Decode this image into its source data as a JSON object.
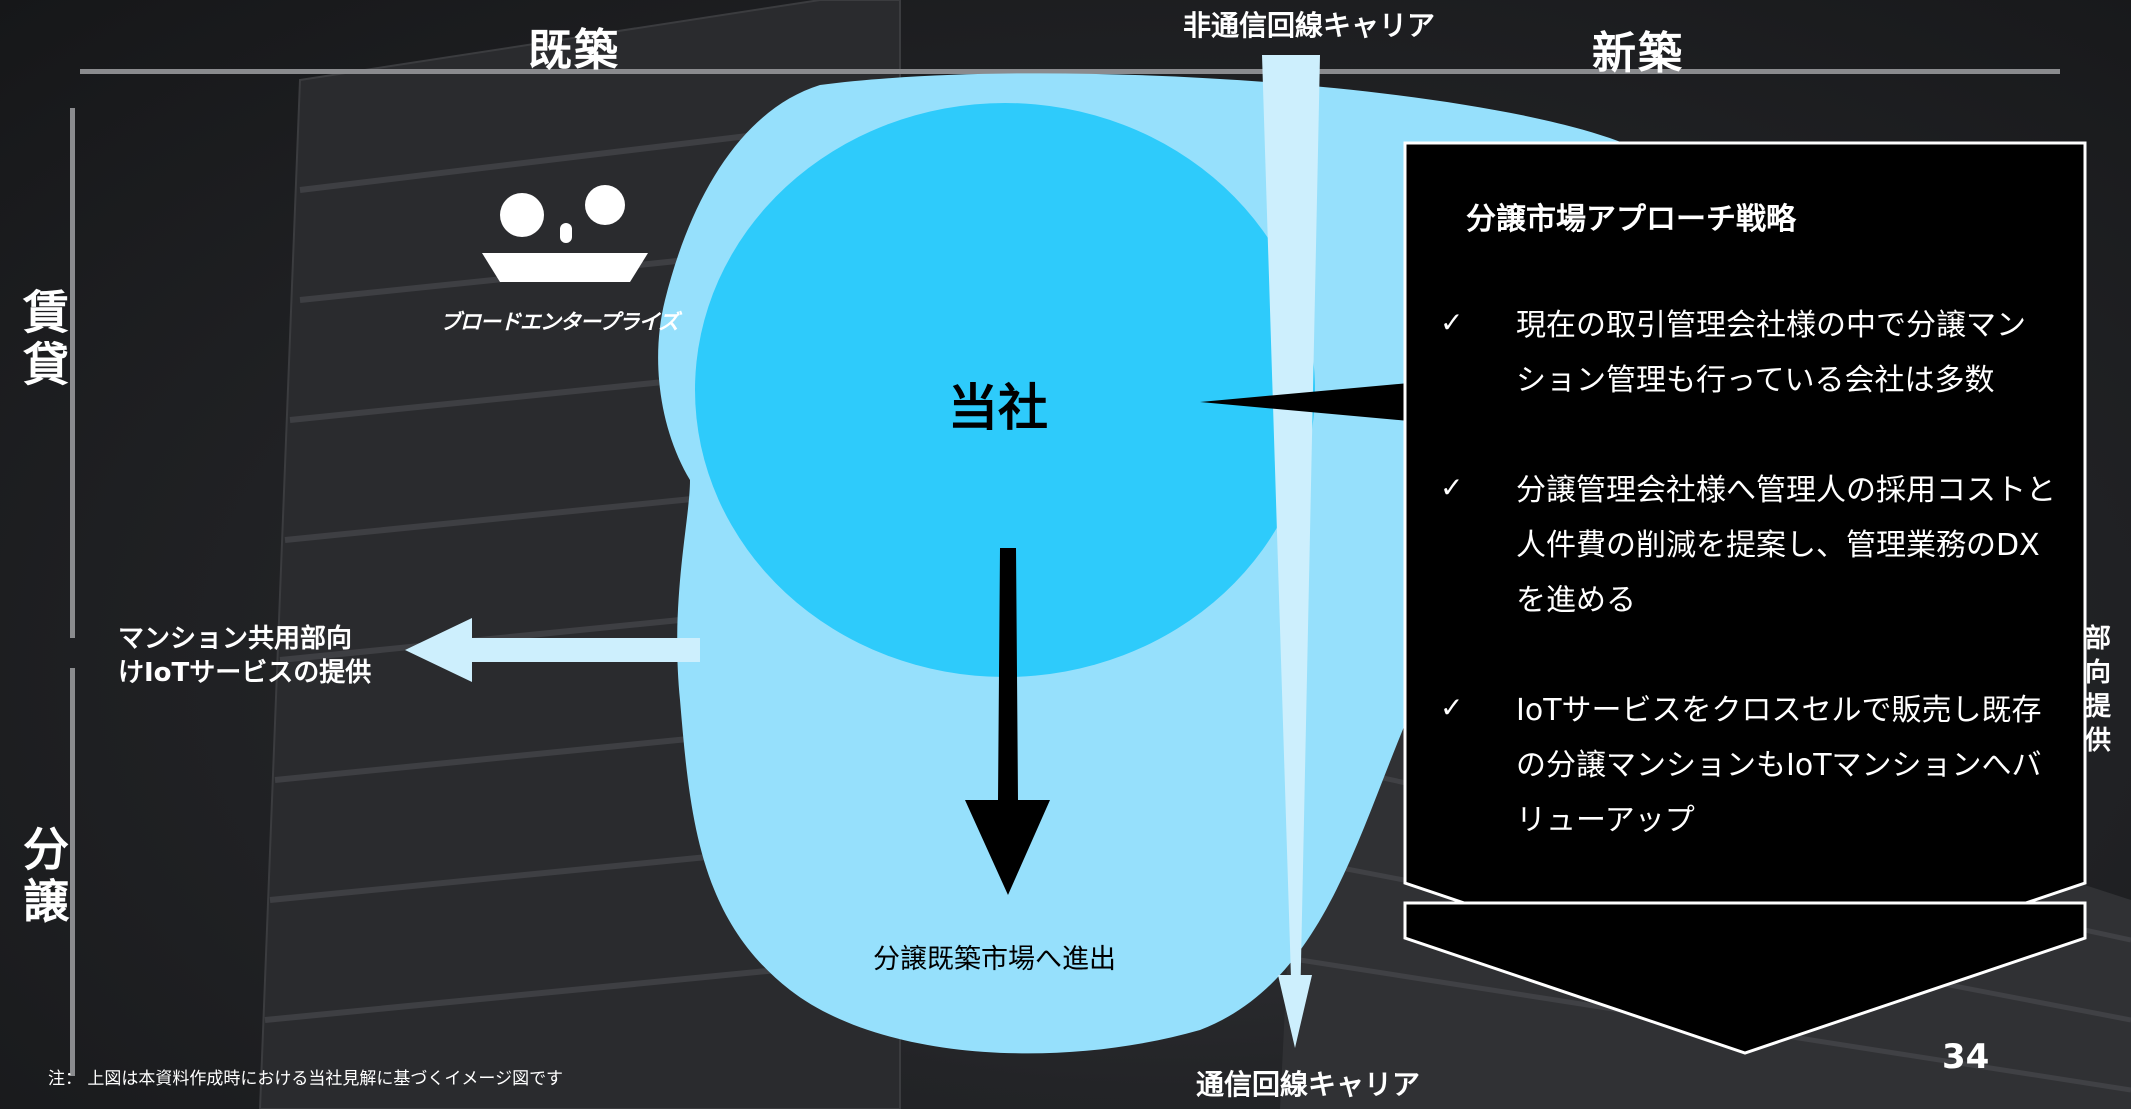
{
  "axes": {
    "top_left": "既築",
    "top_right": "新築",
    "left_top": "賃貸",
    "left_bottom": "分譲"
  },
  "carriers": {
    "top": "非通信回線キャリア",
    "bottom": "通信回線キャリア"
  },
  "logo": {
    "name": "ブロードエンタープライズ"
  },
  "company_label": "当社",
  "arrow_left_label": [
    "マンション共用部向",
    "けIoTサービスの提供"
  ],
  "arrow_right_label_partial": [
    "部向",
    "提供"
  ],
  "arrow_down_label": "分譲既築市場へ進出",
  "strategy": {
    "title": "分譲市場アプローチ戦略",
    "check_glyph": "✓",
    "bullets": [
      [
        "現在の取引管理会社様の中で分譲マン",
        "ション管理も行っている会社は多数"
      ],
      [
        "分譲管理会社様へ管理人の採用コストと",
        "人件費の削減を提案し、管理業務のDX",
        "を進める"
      ],
      [
        "IoTサービスをクロスセルで販売し既存",
        "の分譲マンションもIoTマンションへバ",
        "リューアップ"
      ]
    ]
  },
  "footnote": "注： 上図は本資料作成時における当社見解に基づくイメージ図です",
  "page_number": "34",
  "colors": {
    "light_blue": "#96e0fc",
    "mid_blue": "#2ecbfb",
    "pale_blue": "#cdeffd",
    "panel": "#000000"
  }
}
